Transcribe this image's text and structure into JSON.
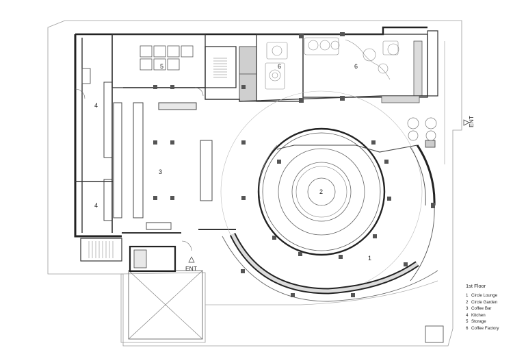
{
  "plan": {
    "rooms": [
      {
        "id": "r1",
        "number": "1"
      },
      {
        "id": "r2",
        "number": "2"
      },
      {
        "id": "r3",
        "number": "3"
      },
      {
        "id": "r4a",
        "number": "4"
      },
      {
        "id": "r4b",
        "number": "4"
      },
      {
        "id": "r5",
        "number": "5"
      },
      {
        "id": "r6a",
        "number": "6"
      },
      {
        "id": "r6b",
        "number": "6"
      }
    ],
    "entrances": {
      "south": "ENT",
      "east": "ENT"
    }
  },
  "legend": {
    "title": "1st Floor",
    "items": [
      {
        "num": "1",
        "label": "Circle Lounge"
      },
      {
        "num": "2",
        "label": "Circle Garden"
      },
      {
        "num": "3",
        "label": "Coffee Bar"
      },
      {
        "num": "4",
        "label": "Kitchen"
      },
      {
        "num": "5",
        "label": "Storage"
      },
      {
        "num": "6",
        "label": "Coffee Factory"
      }
    ]
  }
}
